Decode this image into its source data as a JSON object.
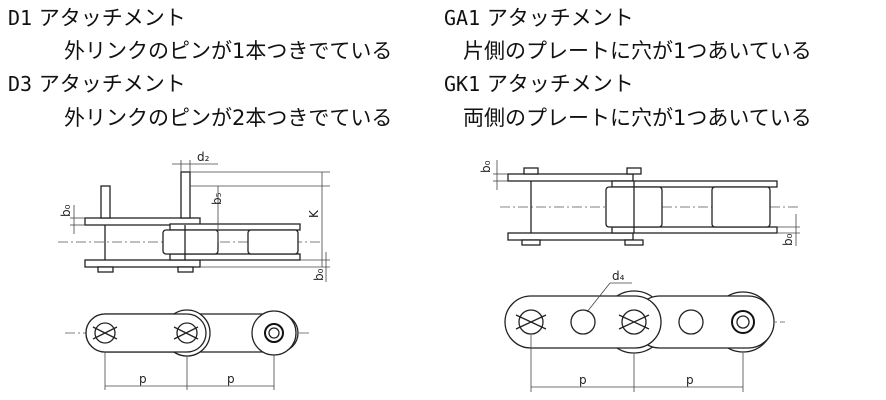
{
  "attachments": {
    "d1": {
      "code": "D1",
      "name": "アタッチメント",
      "desc": "外リンクのピンが1本つきでている"
    },
    "d3": {
      "code": "D3",
      "name": "アタッチメント",
      "desc": "外リンクのピンが2本つきでている"
    },
    "ga1": {
      "code": "GA1",
      "name": "アタッチメント",
      "desc": "片側のプレートに穴が1つあいている"
    },
    "gk1": {
      "code": "GK1",
      "name": "アタッチメント",
      "desc": "両側のプレートに穴が1つあいている"
    }
  },
  "labels": {
    "d2": "d₂",
    "b5": "b₅",
    "K": "K",
    "b0": "b₀",
    "d4": "d₄",
    "p": "p"
  }
}
